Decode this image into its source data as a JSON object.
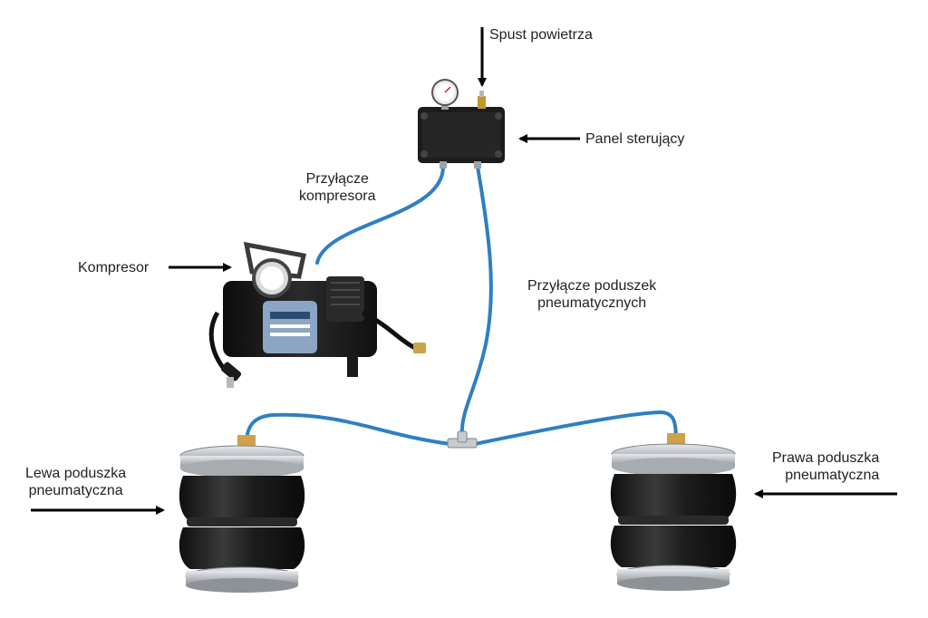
{
  "labels": {
    "air_release": "Spust powietrza",
    "control_panel": "Panel sterujący",
    "compressor_connection": {
      "line1": "Przyłącze",
      "line2": "kompresora"
    },
    "compressor": "Kompresor",
    "airbag_connection": {
      "line1": "Przyłącze poduszek",
      "line2": "pneumatycznych"
    },
    "left_airbag": {
      "line1": "Lewa poduszka",
      "line2": "pneumatyczna"
    },
    "right_airbag": {
      "line1": "Prawa poduszka",
      "line2": "pneumatyczna"
    }
  },
  "colors": {
    "hose": "#2f7fc1",
    "arrow": "#000000",
    "rubber": "#1c1c1c",
    "metal": "#b9bec3",
    "compressor_body": "#151515",
    "compressor_label": "#8aa6c4"
  }
}
